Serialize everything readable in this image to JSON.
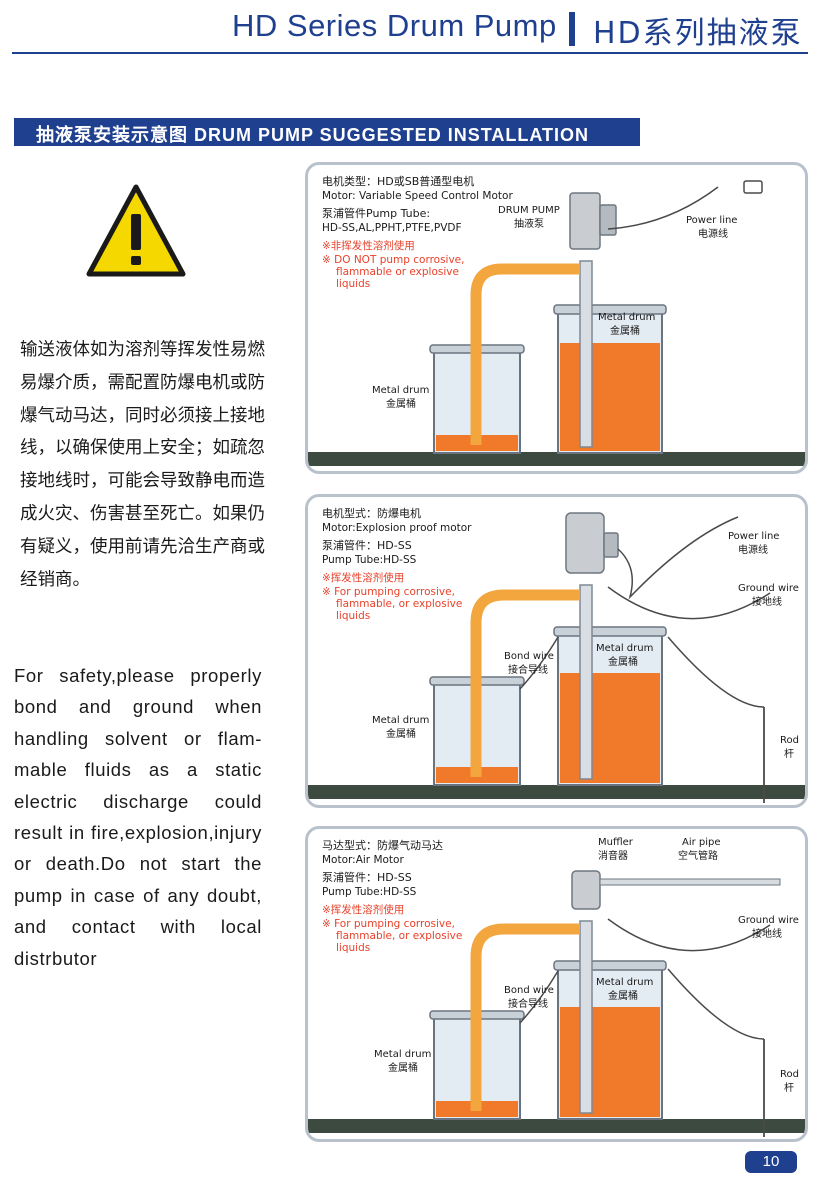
{
  "header": {
    "title_en": "HD Series Drum Pump",
    "title_cn": "HD系列抽液泵"
  },
  "banner": {
    "text": "抽液泵安装示意图 DRUM PUMP SUGGESTED INSTALLATION"
  },
  "warning_icon": "warning-triangle-icon",
  "left_text": {
    "cn": "输送液体如为溶剂等挥发性易燃易爆介质，需配置防爆电机或防爆气动马达，同时必须接上接地线，以确保使用上安全；如疏忽接地线时，可能会导致静电而造成火灾、伤害甚至死亡。如果仍有疑义，使用前请先洽生产商或经销商。",
    "en": "For safety,please properly bond and ground when handling solvent or flam-mable fluids as a static electric discharge could result in fire,explosion,injury or death.Do not start the pump in case of any doubt, and contact with local distrbutor"
  },
  "panels": [
    {
      "motor_cn": "电机类型：HD或SB普通型电机",
      "motor_en": "Motor: Variable Speed Control Motor",
      "tube_cn_en": "泵浦管件Pump Tube:",
      "tube": "HD-SS,AL,PPHT,PTFE,PVDF",
      "warn_cn": "※非挥发性溶剂使用",
      "warn_en_1": "※ DO NOT pump corrosive,",
      "warn_en_2": "flammable or explosive",
      "warn_en_3": "liquids",
      "pump_en": "DRUM PUMP",
      "pump_cn": "抽液泵",
      "power_en": "Power line",
      "power_cn": "电源线",
      "drum_big_en": "Metal drum",
      "drum_big_cn": "金属桶",
      "drum_small_en": "Metal drum",
      "drum_small_cn": "金属桶"
    },
    {
      "motor_cn": "电机型式：防爆电机",
      "motor_en": "Motor:Explosion proof motor",
      "tube_cn": "泵浦管件：HD-SS",
      "tube_en": "Pump Tube:HD-SS",
      "warn_cn": "※挥发性溶剂使用",
      "warn_en_1": "※ For pumping corrosive,",
      "warn_en_2": "flammable, or explosive",
      "warn_en_3": "liquids",
      "power_en": "Power line",
      "power_cn": "电源线",
      "ground_en": "Ground wire",
      "ground_cn": "接地线",
      "bond_en": "Bond wire",
      "bond_cn": "接合导线",
      "drum_big_en": "Metal drum",
      "drum_big_cn": "金属桶",
      "drum_small_en": "Metal drum",
      "drum_small_cn": "金属桶",
      "rod_en": "Rod",
      "rod_cn": "杆"
    },
    {
      "motor_cn": "马达型式：防爆气动马达",
      "motor_en": "Motor:Air Motor",
      "tube_cn": "泵浦管件：HD-SS",
      "tube_en": "Pump Tube:HD-SS",
      "warn_cn": "※挥发性溶剂使用",
      "warn_en_1": "※ For pumping corrosive,",
      "warn_en_2": "flammable, or explosive",
      "warn_en_3": "liquids",
      "muffler_en": "Muffler",
      "muffler_cn": "消音器",
      "air_en": "Air pipe",
      "air_cn": "空气管路",
      "ground_en": "Ground wire",
      "ground_cn": "接地线",
      "bond_en": "Bond wire",
      "bond_cn": "接合导线",
      "drum_big_en": "Metal drum",
      "drum_big_cn": "金属桶",
      "drum_small_en": "Metal drum",
      "drum_small_cn": "金属桶",
      "rod_en": "Rod",
      "rod_cn": "杆"
    }
  ],
  "page_number": "10",
  "colors": {
    "brand_blue": "#1f3f8f",
    "liquid_orange": "#f07a2a",
    "warning_yellow": "#f5d800",
    "warn_red": "#e8412a"
  }
}
